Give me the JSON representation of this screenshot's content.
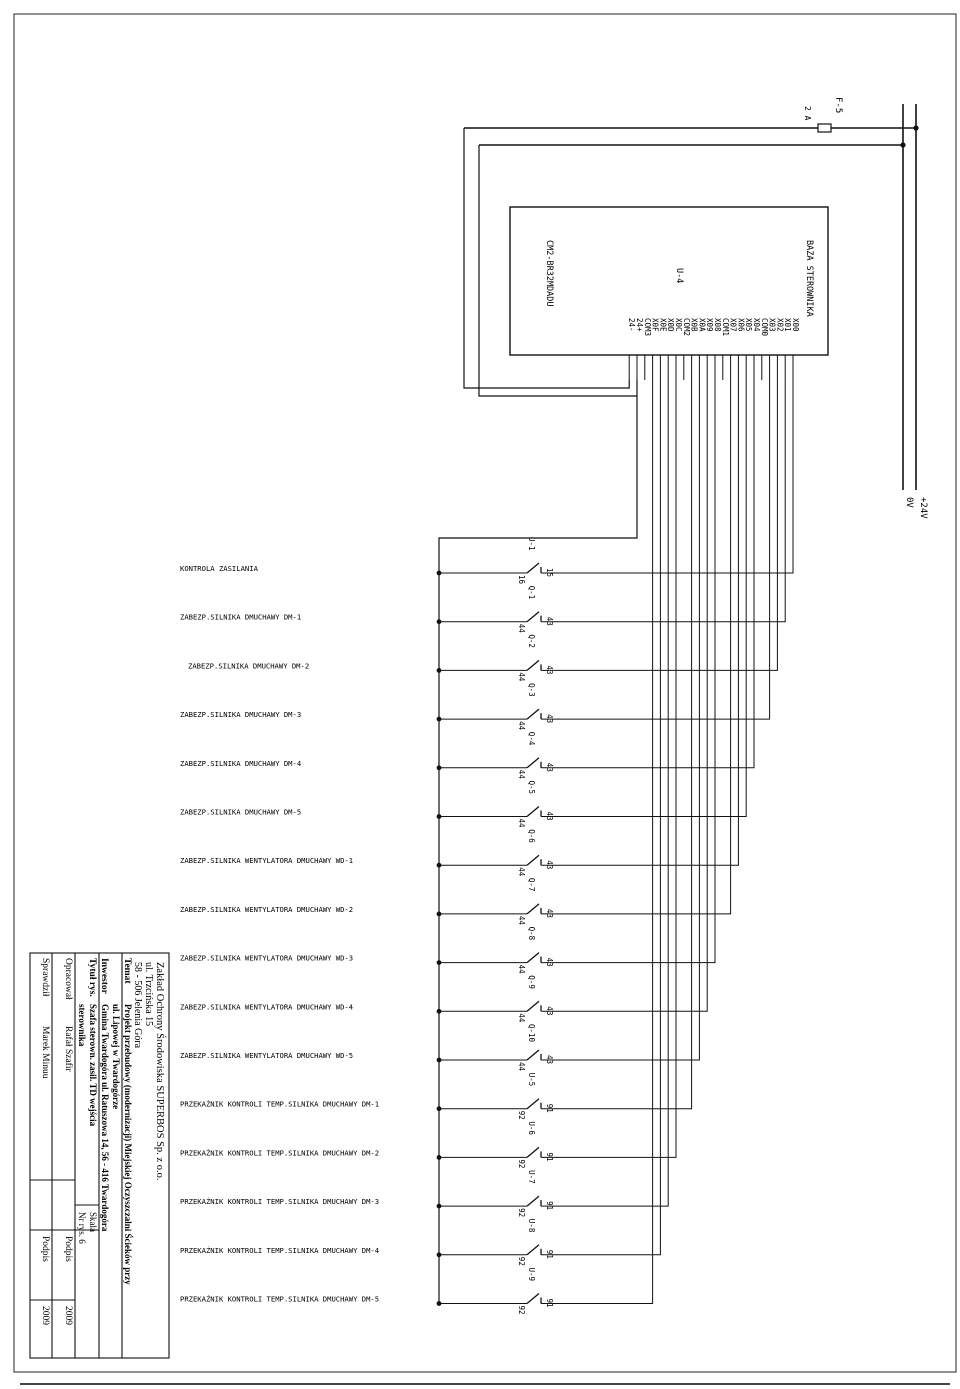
{
  "supply": {
    "fuse_label": "F-5",
    "fuse_rating": "2 A",
    "plus_label": "+24V",
    "zero_label": "0V"
  },
  "plc": {
    "title": "BAZA STEROWNIKA",
    "id": "U-4",
    "model": "CM2-BR32MDADU",
    "terminals": [
      "X00",
      "X01",
      "X02",
      "X03",
      "COM0",
      "X04",
      "X05",
      "X06",
      "X07",
      "COM1",
      "X08",
      "X09",
      "X0A",
      "X0B",
      "COM2",
      "X0C",
      "X0D",
      "X0E",
      "X0F",
      "COM3",
      "24+",
      "24-"
    ]
  },
  "rows": [
    {
      "label": "KONTROLA ZASILANIA",
      "device": "U-1",
      "t_top": "15",
      "t_bot": "16"
    },
    {
      "label": "ZABEZP.SILNIKA DMUCHAWY DM-1",
      "device": "Q-1",
      "t_top": "43",
      "t_bot": "44"
    },
    {
      "label": "ZABEZP.SILNIKA DMUCHAWY DM-2",
      "device": "Q-2",
      "t_top": "43",
      "t_bot": "44"
    },
    {
      "label": "ZABEZP.SILNIKA DMUCHAWY DM-3",
      "device": "Q-3",
      "t_top": "43",
      "t_bot": "44"
    },
    {
      "label": "ZABEZP.SILNIKA DMUCHAWY DM-4",
      "device": "Q-4",
      "t_top": "43",
      "t_bot": "44"
    },
    {
      "label": "ZABEZP.SILNIKA DMUCHAWY DM-5",
      "device": "Q-5",
      "t_top": "43",
      "t_bot": "44"
    },
    {
      "label": "ZABEZP.SILNIKA WENTYLATORA DMUCHAWY WD-1",
      "device": "Q-6",
      "t_top": "43",
      "t_bot": "44"
    },
    {
      "label": "ZABEZP.SILNIKA WENTYLATORA DMUCHAWY WD-2",
      "device": "Q-7",
      "t_top": "43",
      "t_bot": "44"
    },
    {
      "label": "ZABEZP.SILNIKA WENTYLATORA DMUCHAWY WD-3",
      "device": "Q-8",
      "t_top": "43",
      "t_bot": "44"
    },
    {
      "label": "ZABEZP.SILNIKA WENTYLATORA DMUCHAWY WD-4",
      "device": "Q-9",
      "t_top": "43",
      "t_bot": "44"
    },
    {
      "label": "ZABEZP.SILNIKA WENTYLATORA DMUCHAWY WD-5",
      "device": "Q-10",
      "t_top": "43",
      "t_bot": "44"
    },
    {
      "label": "PRZEKAŹNIK KONTROLI TEMP.SILNIKA DMUCHAWY DM-1",
      "device": "U-5",
      "t_top": "91",
      "t_bot": "92"
    },
    {
      "label": "PRZEKAŹNIK KONTROLI TEMP.SILNIKA DMUCHAWY DM-2",
      "device": "U-6",
      "t_top": "91",
      "t_bot": "92"
    },
    {
      "label": "PRZEKAŹNIK KONTROLI TEMP.SILNIKA DMUCHAWY DM-3",
      "device": "U-7",
      "t_top": "91",
      "t_bot": "92"
    },
    {
      "label": "PRZEKAŹNIK KONTROLI TEMP.SILNIKA DMUCHAWY DM-4",
      "device": "U-8",
      "t_top": "91",
      "t_bot": "92"
    },
    {
      "label": "PRZEKAŹNIK KONTROLI TEMP.SILNIKA DMUCHAWY DM-5",
      "device": "U-9",
      "t_top": "91",
      "t_bot": "92"
    }
  ],
  "title_block": {
    "company": "Zakład Ochrony Środowiska SUPERBOS Sp. z o.o.",
    "street": "ul. Trzcińska 15",
    "city": "58 - 506 Jelenia Góra",
    "temat_label": "Temat",
    "temat_line1": "Projekt przebudowy (modernizacji) Miejskiej Oczyszczalni Ścieków przy",
    "temat_line2": "ul. Lipowej w Twardogórze",
    "inwestor_label": "Inwestor",
    "inwestor_value": "Gmina Twardogóra ul. Ratuszowa 14, 56 - 416 Twardogóra",
    "tytul_label": "Tytuł rys.",
    "tytul_line1": "Szafa sterown. zasil. TD wejścia",
    "tytul_line2": "sterownika",
    "skala_label": "Skala",
    "nr_rys_label": "Nr rys. 6",
    "opracowal_label": "Opracował",
    "opracowal_name": "Rafał Szafir",
    "podpis_label": "Podpis",
    "date_1": "2009",
    "sprawdzil_label": "Sprawdził",
    "sprawdzil_name": "Marek Minuu",
    "date_2": "2009"
  }
}
